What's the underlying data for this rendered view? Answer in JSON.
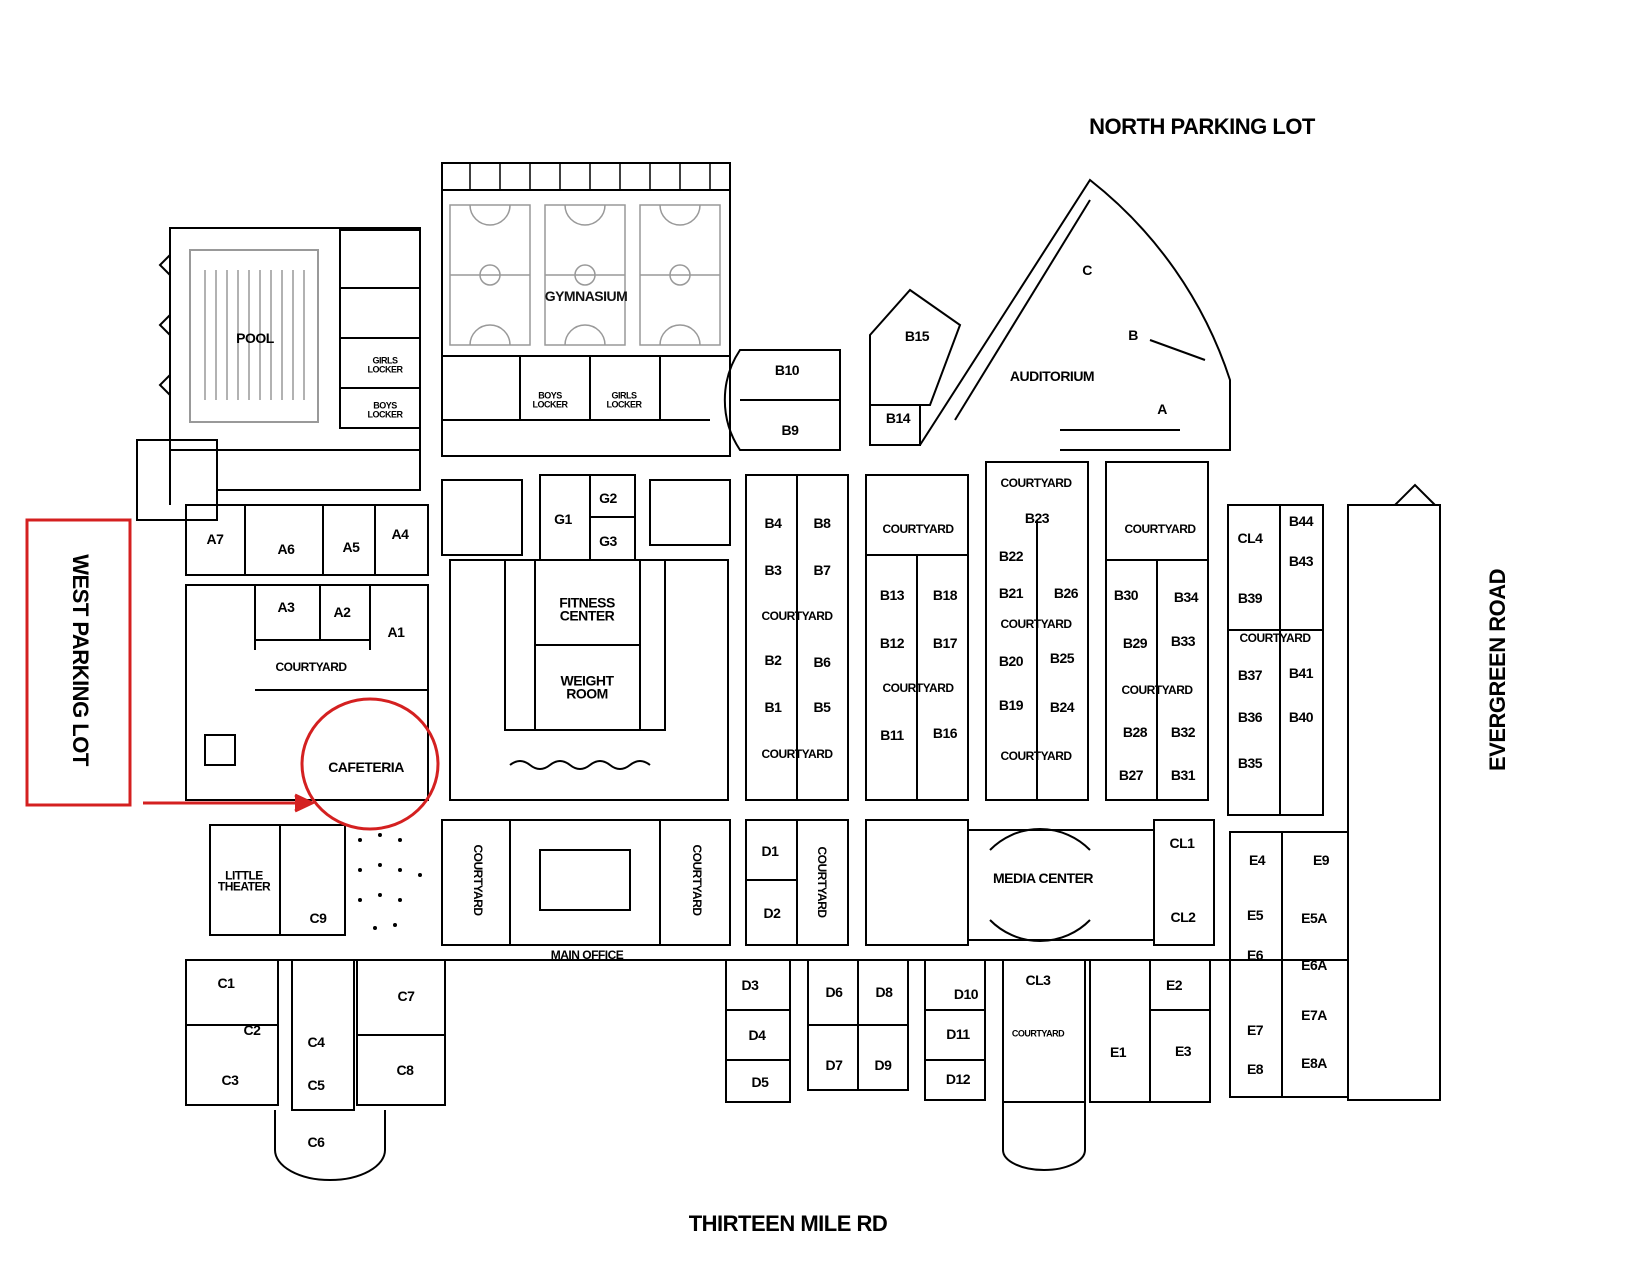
{
  "roads": {
    "north": "NORTH PARKING LOT",
    "east": "EVERGREEN ROAD",
    "south": "THIRTEEN MILE RD",
    "west": "WEST PARKING LOT"
  },
  "highlight_color": "#d42020",
  "line_color": "#000000",
  "areas": {
    "pool": "POOL",
    "gymnasium": "GYMNASIUM",
    "girls_locker_west": "GIRLS\nLOCKER",
    "boys_locker_west": "BOYS\nLOCKER",
    "boys_locker_gym": "BOYS\nLOCKER",
    "girls_locker_gym": "GIRLS\nLOCKER",
    "fitness_center": "FITNESS\nCENTER",
    "weight_room": "WEIGHT\nROOM",
    "auditorium": "AUDITORIUM",
    "cafeteria": "CAFETERIA",
    "little_theater": "LITTLE\nTHEATER",
    "main_office": "MAIN OFFICE",
    "media_center": "MEDIA CENTER",
    "courtyard": "COURTYARD"
  },
  "rooms": {
    "a7": "A7",
    "a6": "A6",
    "a5": "A5",
    "a4": "A4",
    "a3": "A3",
    "a2": "A2",
    "a1": "A1",
    "g1": "G1",
    "g2": "G2",
    "g3": "G3",
    "b15": "B15",
    "b10": "B10",
    "b9": "B9",
    "b14": "B14",
    "aud_c": "C",
    "aud_b": "B",
    "aud_a": "A",
    "b4": "B4",
    "b8": "B8",
    "b3": "B3",
    "b7": "B7",
    "b2": "B2",
    "b6": "B6",
    "b1": "B1",
    "b5": "B5",
    "b13": "B13",
    "b18": "B18",
    "b12": "B12",
    "b17": "B17",
    "b11": "B11",
    "b16": "B16",
    "b23": "B23",
    "b22": "B22",
    "b21": "B21",
    "b26": "B26",
    "b20": "B20",
    "b25": "B25",
    "b19": "B19",
    "b24": "B24",
    "b30": "B30",
    "b34": "B34",
    "b29": "B29",
    "b33": "B33",
    "b28": "B28",
    "b32": "B32",
    "b27": "B27",
    "b31": "B31",
    "cl4": "CL4",
    "b44": "B44",
    "b43": "B43",
    "b39": "B39",
    "b37": "B37",
    "b41": "B41",
    "b36": "B36",
    "b40": "B40",
    "b35": "B35",
    "d1": "D1",
    "d2": "D2",
    "d3": "D3",
    "d4": "D4",
    "d5": "D5",
    "d6": "D6",
    "d8": "D8",
    "d7": "D7",
    "d9": "D9",
    "d10": "D10",
    "d11": "D11",
    "d12": "D12",
    "cl1": "CL1",
    "cl2": "CL2",
    "cl3": "CL3",
    "e4": "E4",
    "e9": "E9",
    "e5": "E5",
    "e5a": "E5A",
    "e6": "E6",
    "e6a": "E6A",
    "e7": "E7",
    "e7a": "E7A",
    "e8": "E8",
    "e8a": "E8A",
    "e1": "E1",
    "e2": "E2",
    "e3": "E3",
    "c1": "C1",
    "c2": "C2",
    "c3": "C3",
    "c4": "C4",
    "c5": "C5",
    "c6": "C6",
    "c7": "C7",
    "c8": "C8",
    "c9": "C9"
  }
}
